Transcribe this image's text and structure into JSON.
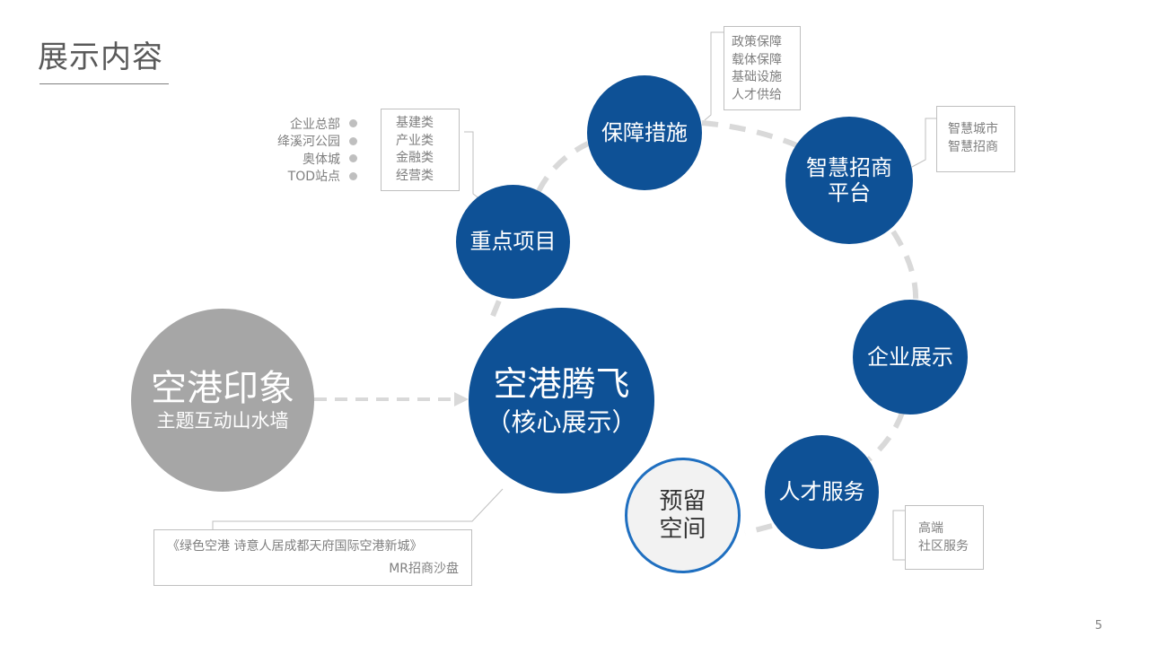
{
  "slide": {
    "title": "展示内容",
    "page_number": "5"
  },
  "nodes": {
    "impression": {
      "line1": "空港印象",
      "line2": "主题互动山水墙"
    },
    "core": {
      "line1": "空港腾飞",
      "line2": "（核心展示）"
    },
    "key_projects": {
      "label": "重点项目"
    },
    "guarantee": {
      "label": "保障措施"
    },
    "smart_platform": {
      "line1": "智慧招商",
      "line2": "平台"
    },
    "enterprise": {
      "label": "企业展示"
    },
    "talent": {
      "label": "人才服务"
    },
    "reserved": {
      "line1": "预留",
      "line2": "空间"
    }
  },
  "notes": {
    "key_projects_types": [
      "基建类",
      "产业类",
      "金融类",
      "经营类"
    ],
    "key_projects_list": [
      "企业总部",
      "绛溪河公园",
      "奥体城",
      "TOD站点"
    ],
    "guarantee_items": [
      "政策保障",
      "载体保障",
      "基础设施",
      "人才供给"
    ],
    "smart_items": [
      "智慧城市",
      "智慧招商"
    ],
    "talent_items": [
      "高端",
      "社区服务"
    ],
    "core_caption": [
      "《绿色空港  诗意人居成都天府国际空港新城》",
      "MR招商沙盘"
    ]
  },
  "colors": {
    "primary_blue": "#0e5196",
    "gray_node": "#a6a6a6",
    "reserved_border": "#1f6fc0",
    "connector": "#d9d9d9",
    "note_border": "#bfbfbf"
  }
}
